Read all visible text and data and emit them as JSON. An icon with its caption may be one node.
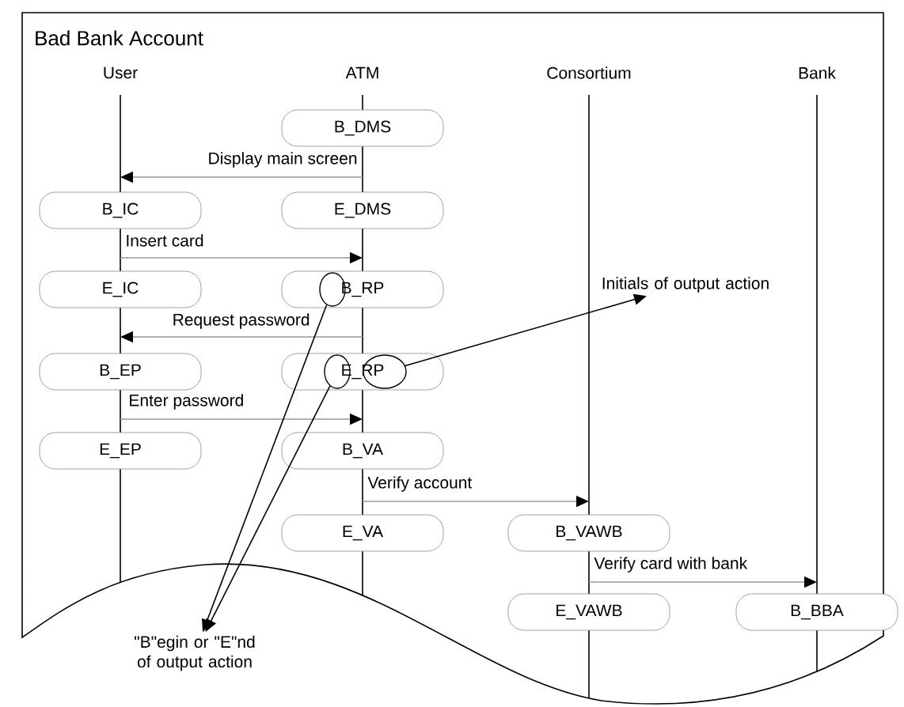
{
  "diagram": {
    "title": "Bad Bank Account",
    "nodes": [
      {
        "text": [
          "User"
        ]
      },
      {
        "text": [
          "ATM"
        ]
      },
      {
        "text": [
          "Consortium"
        ]
      },
      {
        "text": [
          "Bank"
        ]
      },
      {
        "text": [
          "B_DMS"
        ]
      },
      {
        "text": [
          "B_IC"
        ]
      },
      {
        "text": [
          "E_DMS"
        ]
      },
      {
        "text": [
          "E_IC"
        ]
      },
      {
        "text": [
          "B_RP"
        ]
      },
      {
        "text": [
          "B_EP"
        ]
      },
      {
        "text": [
          "E_RP"
        ]
      },
      {
        "text": [
          "E_EP"
        ]
      },
      {
        "text": [
          "B_VA"
        ]
      },
      {
        "text": [
          "E_VA"
        ]
      },
      {
        "text": [
          "B_VAWB"
        ]
      },
      {
        "text": [
          "E_VAWB"
        ]
      },
      {
        "text": [
          "B_BBA"
        ]
      },
      {
        "text": [],
        "shape": "circle",
        "in": 8
      },
      {
        "text": [],
        "shape": "circle",
        "in": 10
      },
      {
        "text": [],
        "shape": "circle",
        "in": 10
      },
      {
        "text": [
          "Initials of output action"
        ]
      },
      {
        "text": [
          "\"B\"egin or \"E\"nd of output action"
        ]
      }
    ],
    "edges": [
      {
        "from": 1,
        "to": 0,
        "arrow": "to",
        "label": "Display main screen"
      },
      {
        "from": 0,
        "to": 1,
        "arrow": "to",
        "label": "Insert card"
      },
      {
        "from": 1,
        "to": 0,
        "arrow": "to",
        "label": "Request password"
      },
      {
        "from": 0,
        "to": 1,
        "arrow": "to",
        "label": "Enter password"
      },
      {
        "from": 1,
        "to": 2,
        "arrow": "to",
        "label": "Verify account"
      },
      {
        "from": 2,
        "to": 3,
        "arrow": "to",
        "label": "Verify card with bank"
      },
      {
        "from": 17,
        "to": 21,
        "arrow": "to",
        "color": "#000000"
      },
      {
        "from": 18,
        "to": 21,
        "arrow": "to",
        "color": "#000000"
      },
      {
        "from": 19,
        "to": 20,
        "arrow": "to",
        "color": "#000000"
      }
    ]
  }
}
